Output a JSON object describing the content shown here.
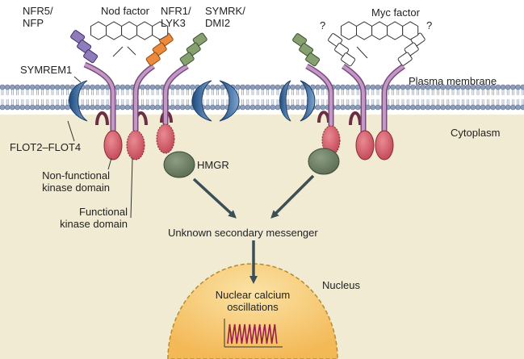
{
  "labels": {
    "nfr5": "NFR5/\nNFP",
    "nod_factor": "Nod factor",
    "nfr1": "NFR1/\nLYK3",
    "symrk": "SYMRK/\nDMI2",
    "q1": "?",
    "myc_factor": "Myc factor",
    "q2": "?",
    "symrem1": "SYMREM1",
    "plasma_membrane": "Plasma membrane",
    "cytoplasm": "Cytoplasm",
    "flot": "FLOT2–FLOT4",
    "nonfunctional": "Non-functional\nkinase domain",
    "functional": "Functional\nkinase domain",
    "hmgr": "HMGR",
    "messenger": "Unknown secondary messenger",
    "nucleus": "Nucleus",
    "calcium": "Nuclear calcium\noscillations"
  },
  "colors": {
    "cytoplasm": "#f1ebd3",
    "membrane_head": "#8e9fbc",
    "receptor_stalk": "#c199c4",
    "receptor_outline": "#7a4a7e",
    "purple_domain": "#8f7cbd",
    "orange_domain": "#ee8a3c",
    "green_domain": "#87a070",
    "kinase_red": "#d35a66",
    "hmgr_green": "#6b7f63",
    "remorin_blue": "#2f5f96",
    "nucleus_fill": "#f7c86a",
    "arrow": "#3a4f56",
    "oscillation": "#9a1d4a"
  },
  "icons": [
    "nod-factor-hexagon-chain",
    "myc-factor-hexagon-chain",
    "calcium-oscillation-trace"
  ]
}
